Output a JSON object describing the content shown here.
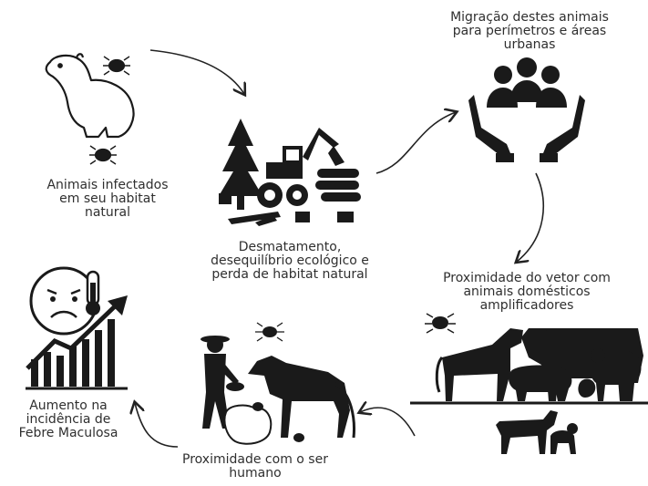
{
  "stages": {
    "infected_animals": [
      "Animais infectados",
      "em seu habitat",
      "natural"
    ],
    "deforestation": [
      "Desmatamento,",
      "desequilíbrio ecológico e",
      "perda de habitat natural"
    ],
    "migration": [
      "Migração destes animais",
      "para perímetros e áreas",
      "urbanas"
    ],
    "domestic_proximity": [
      "Proximidade do vetor com",
      "animais domésticos",
      "amplificadores"
    ],
    "human_proximity": [
      "Proximidade com o ser",
      "humano"
    ],
    "incidence_increase": [
      "Aumento na",
      "incidência de",
      "Febre Maculosa"
    ]
  },
  "colors": {
    "ink": "#1a1a1a",
    "text": "#2f2f2f",
    "arrow": "#222222",
    "background": "#ffffff"
  },
  "icons": [
    "capybara-with-ticks-icon",
    "deforestation-machinery-icon",
    "people-in-hands-icon",
    "farm-animals-icon",
    "human-feeding-animals-icon",
    "sick-face-thermometer-chart-icon"
  ]
}
